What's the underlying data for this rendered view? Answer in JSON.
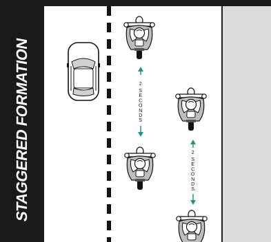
{
  "diagram": {
    "title": "STAGGERED FORMATION",
    "gap_labels": [
      {
        "number": "2",
        "unit": "SECONDS"
      },
      {
        "number": "2",
        "unit": "SECONDS"
      }
    ],
    "colors": {
      "background_strip": "#1a1a1a",
      "road": "#ffffff",
      "shoulder": "#dcdcdc",
      "arrow": "#1a9a7a",
      "lane_marking": "#111111"
    },
    "icons": [
      "car-icon",
      "motorcycle-icon"
    ]
  }
}
